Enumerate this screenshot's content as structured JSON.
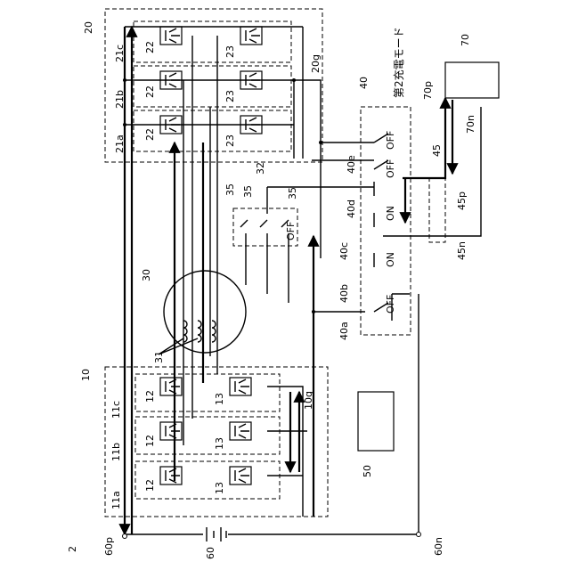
{
  "diagram": {
    "mode_title": "第2充電モード",
    "labels": {
      "system": "2",
      "inverter20": "20",
      "conv20g": "20g",
      "leg21a": "21a",
      "leg21b": "21b",
      "leg21c": "21c",
      "sw22a": "22",
      "sw22b": "22",
      "sw22c": "22",
      "sw23a": "23",
      "sw23b": "23",
      "sw23c": "23",
      "switchbox40": "40",
      "sw40a": "40a",
      "sw40b": "40b",
      "sw40c": "40c",
      "sw40d": "40d",
      "sw40e": "40e",
      "state_off_top": "OFF",
      "state_off_2": "OFF",
      "state_on_1": "ON",
      "state_on_2": "ON",
      "state_off_bottom": "OFF",
      "state_off_32": "OFF",
      "node45": "45",
      "node45p": "45p",
      "node45n": "45n",
      "charger70": "70",
      "node70p": "70p",
      "node70n": "70n",
      "relay32": "32",
      "relay35a": "35",
      "relay35b": "35",
      "relay35c": "35",
      "motor30": "30",
      "coils31": "31",
      "inverter10": "10",
      "conv10g": "10g",
      "leg11a": "11a",
      "leg11b": "11b",
      "leg11c": "11c",
      "sw12a": "12",
      "sw12b": "12",
      "sw12c": "12",
      "sw13a": "13",
      "sw13b": "13",
      "sw13c": "13",
      "controller50": "50",
      "battery60": "60",
      "node60p": "60p",
      "node60n": "60n"
    }
  }
}
